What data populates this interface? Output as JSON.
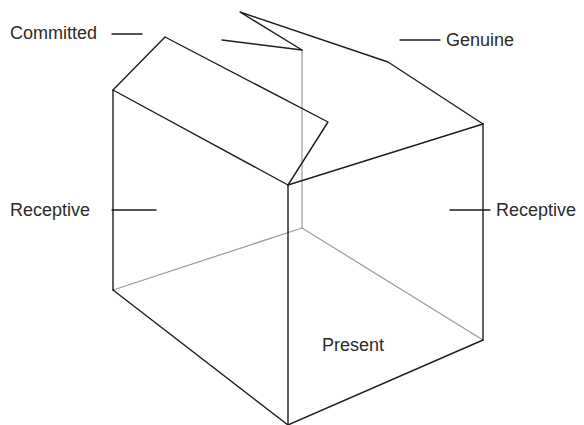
{
  "diagram": {
    "labels": [
      "Committed",
      "Genuine",
      "Receptive",
      "Receptive",
      "Present"
    ]
  }
}
